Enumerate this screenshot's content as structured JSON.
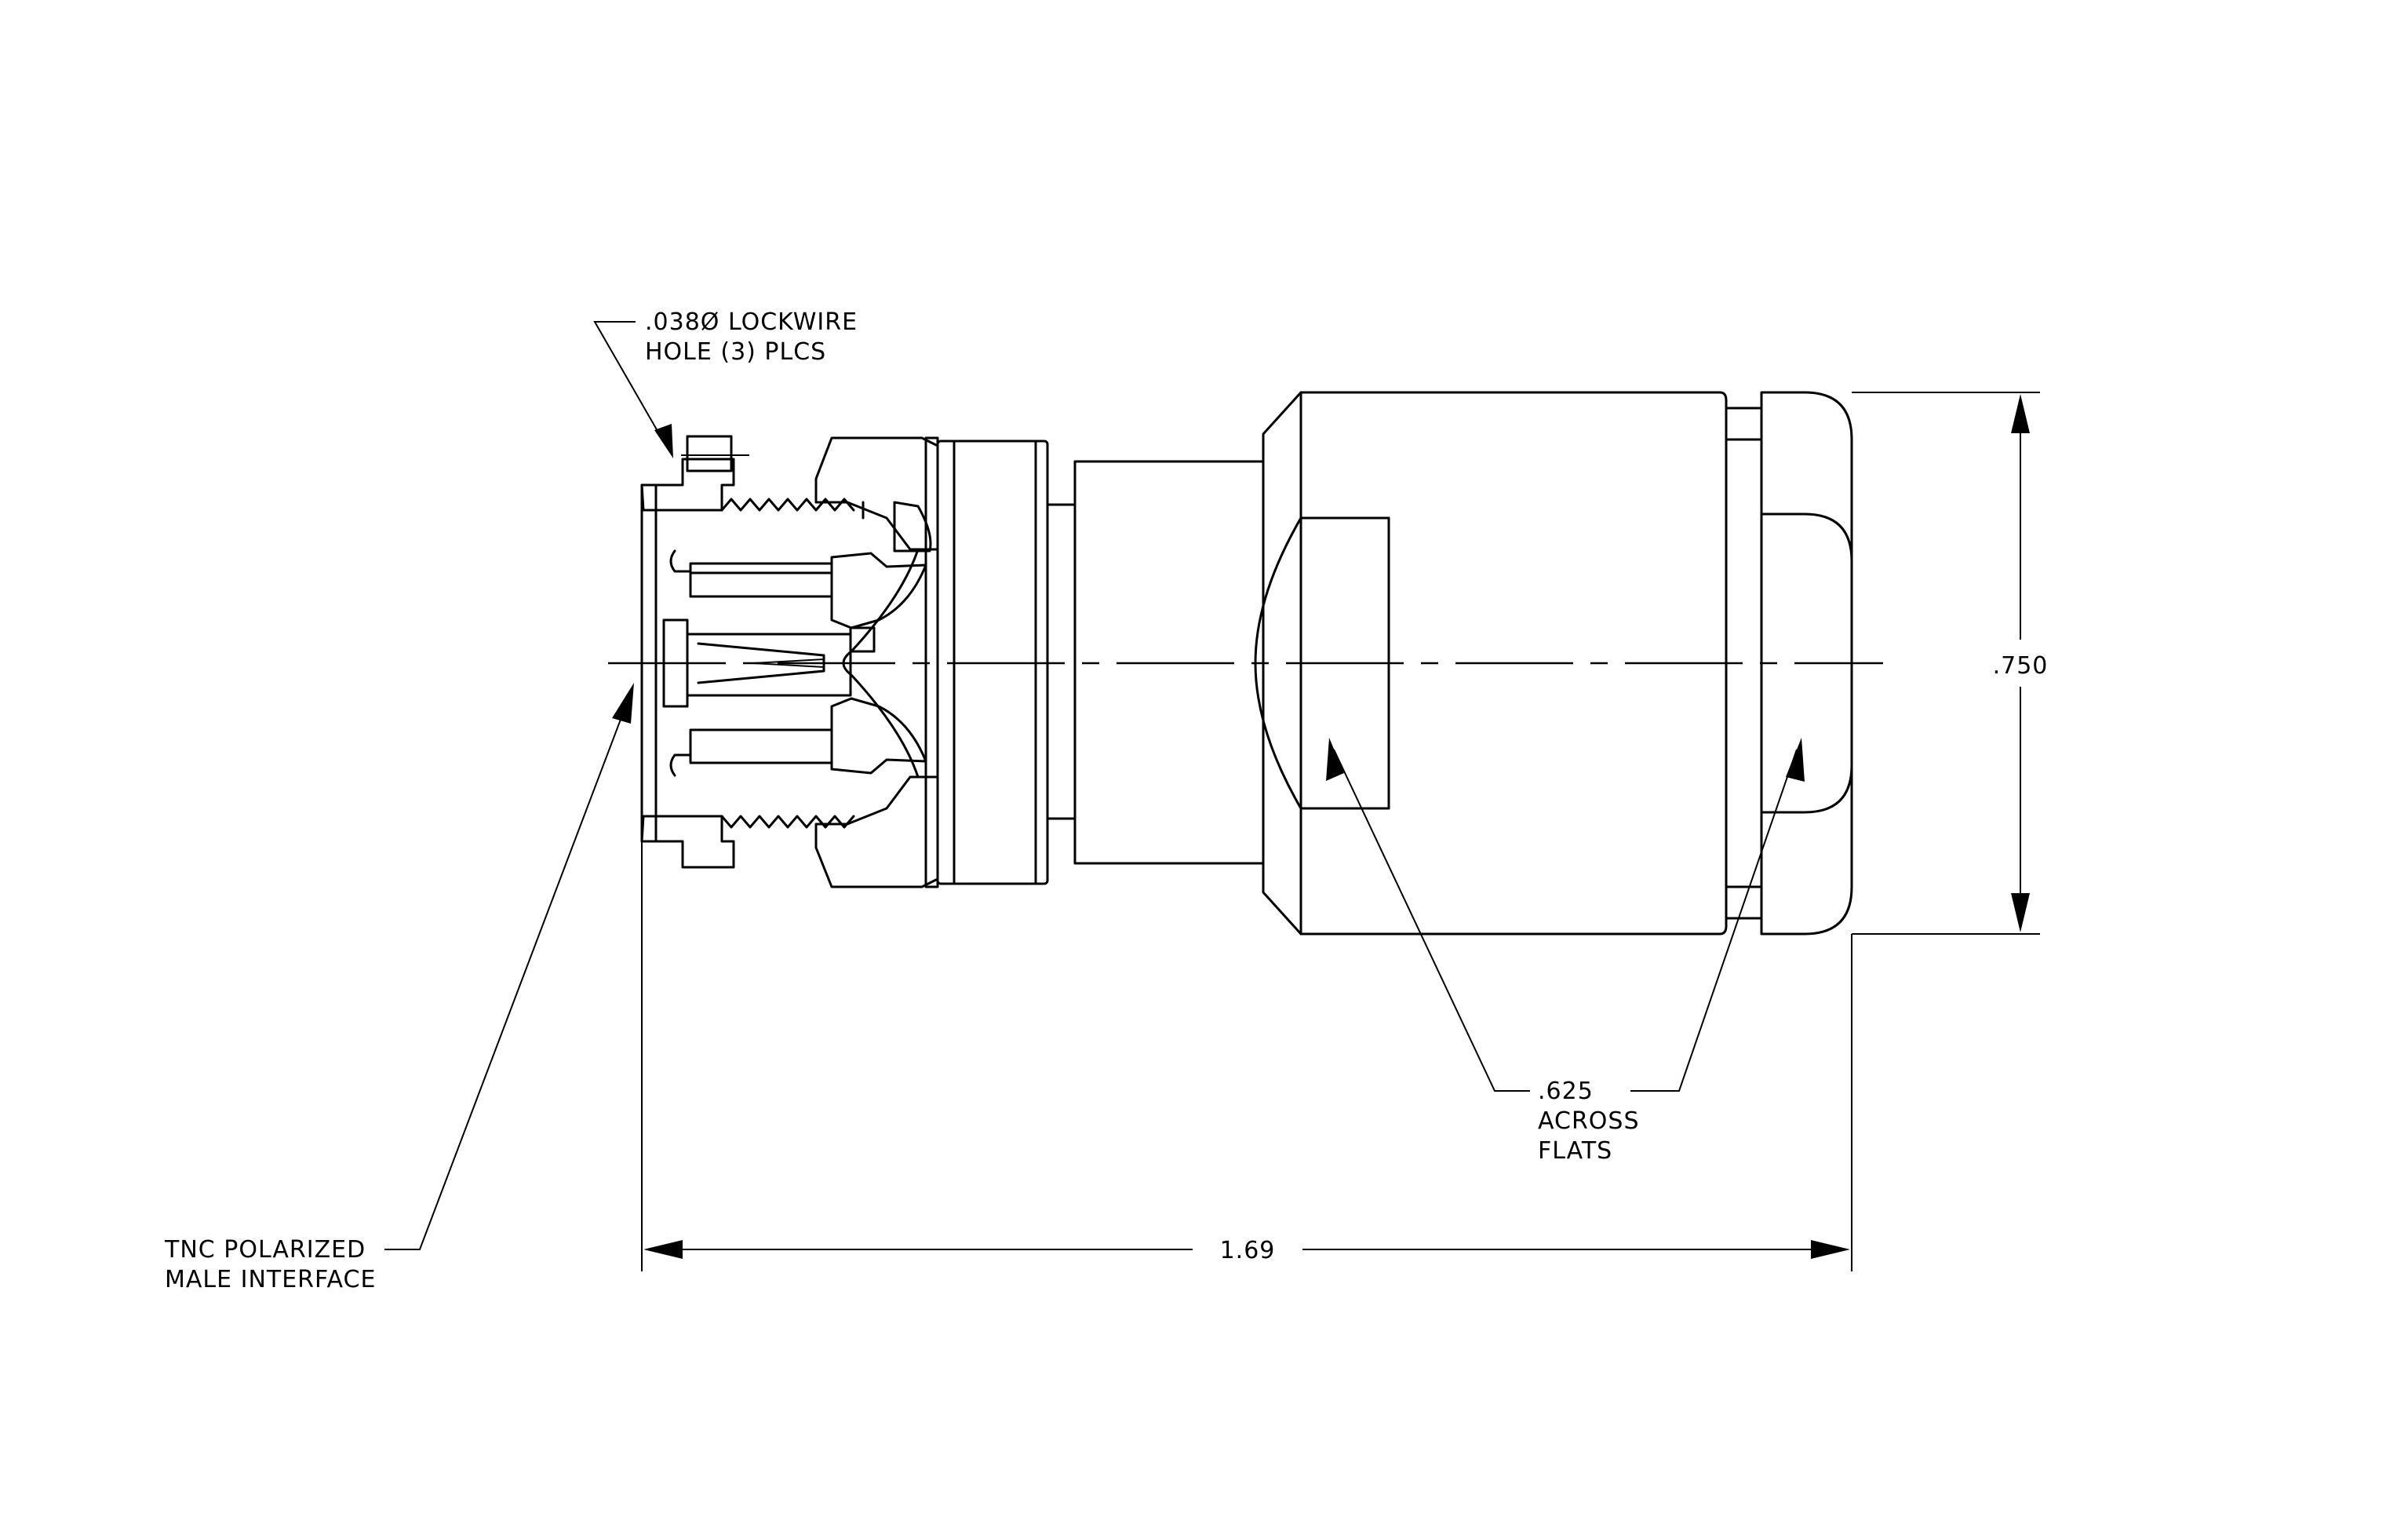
{
  "annotations": {
    "lockwire": {
      "line1": ".038Ø LOCKWIRE",
      "line2": "HOLE (3) PLCS"
    },
    "interface": {
      "line1": "TNC POLARIZED",
      "line2": "MALE INTERFACE"
    },
    "flats": {
      "line1": ".625",
      "line2": "ACROSS",
      "line3": "FLATS"
    }
  },
  "dimensions": {
    "length": "1.69",
    "diameter": ".750"
  }
}
